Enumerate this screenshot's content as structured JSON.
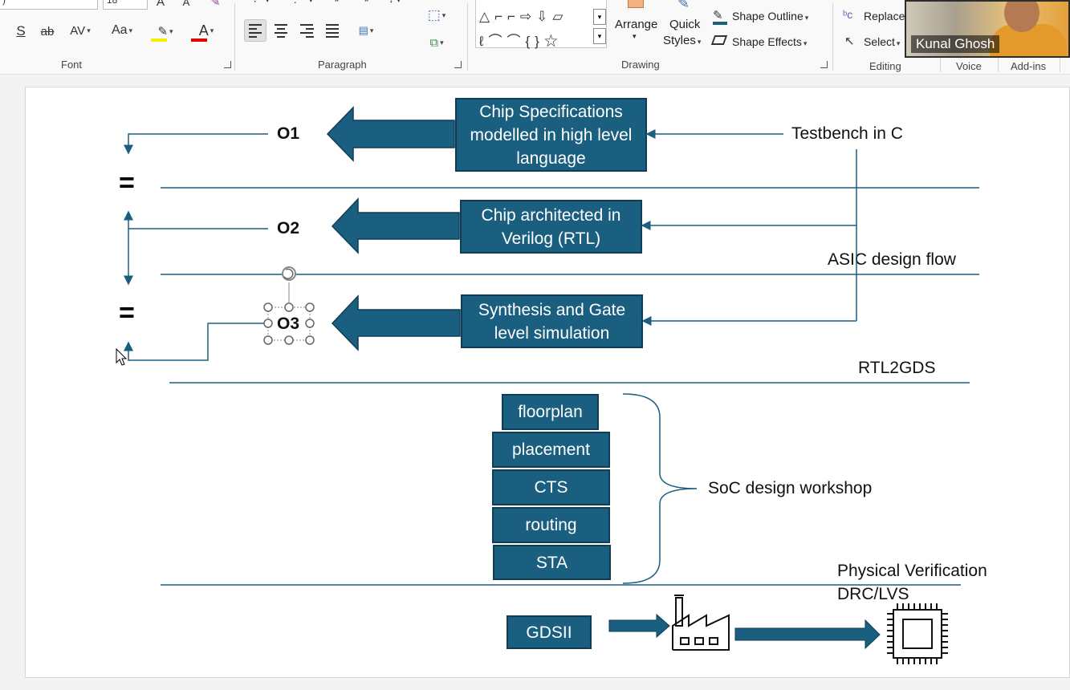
{
  "ribbon": {
    "font_name_value": ")",
    "font_size_value": "18",
    "font_group_label": "Font",
    "paragraph_group_label": "Paragraph",
    "drawing_group_label": "Drawing",
    "editing_group_label": "Editing",
    "voice_group_label": "Voice",
    "addins_group_label": "Add-ins",
    "arrange_label": "Arrange",
    "quick_styles_line1": "Quick",
    "quick_styles_line2": "Styles",
    "shape_outline_label": "Shape Outline",
    "shape_effects_label": "Shape Effects",
    "replace_label": "Replace",
    "select_label": "Select",
    "change_case_label": "Aa",
    "char_spacing_label": "AV",
    "font_color_letter": "A",
    "highlight_color": "#f2f200",
    "font_color": "#e00000"
  },
  "video": {
    "participant_name": "Kunal Ghosh"
  },
  "slide": {
    "boxes": {
      "chip_spec": "Chip Specifications modelled in high level language",
      "chip_arch": "Chip architected in Verilog (RTL)",
      "synthesis": "Synthesis and Gate level simulation",
      "floorplan": "floorplan",
      "placement": "placement",
      "cts": "CTS",
      "routing": "routing",
      "sta": "STA",
      "gdsii": "GDSII"
    },
    "outputs": {
      "o1": "O1",
      "o2": "O2",
      "o3": "O3"
    },
    "equals_sign": "=",
    "testbench_label": "Testbench in C",
    "asic_flow_label": "ASIC design flow",
    "rtl2gds_label": "RTL2GDS",
    "soc_workshop_label": "SoC design workshop",
    "physical_verification_label": "Physical Verification",
    "drc_lvs_label": "DRC/LVS"
  },
  "colors": {
    "box_fill": "#1b5f80",
    "box_border": "#0f3d55",
    "line": "#1b5f80"
  }
}
